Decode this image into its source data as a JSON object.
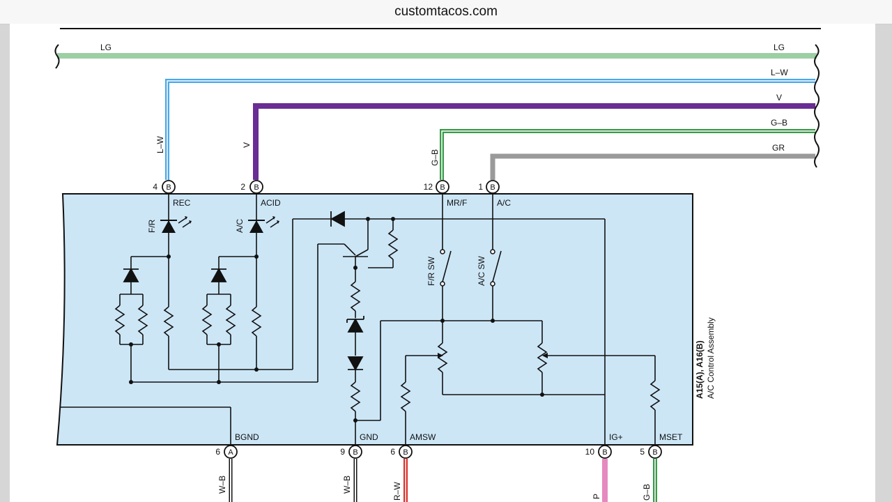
{
  "browser": {
    "domain": "customtacos.com"
  },
  "wires": {
    "lg_left": "LG",
    "lg_right": "LG",
    "lw_right": "L–W",
    "lw_vert": "L–W",
    "v_right": "V",
    "v_vert": "V",
    "gb_right": "G–B",
    "gb_vert": "G–B",
    "gr_right": "GR",
    "wb1": "W–B",
    "wb2": "W–B",
    "rw": "R–W",
    "p": "P",
    "gb_bottom": "G–B"
  },
  "connectors": {
    "top": [
      {
        "pin": "4",
        "conn": "B",
        "name": "REC"
      },
      {
        "pin": "2",
        "conn": "B",
        "name": "ACID"
      },
      {
        "pin": "12",
        "conn": "B",
        "name": "MR/F"
      },
      {
        "pin": "1",
        "conn": "B",
        "name": "A/C"
      }
    ],
    "bottom": [
      {
        "pin": "6",
        "conn": "A",
        "name": "BGND"
      },
      {
        "pin": "9",
        "conn": "B",
        "name": "GND"
      },
      {
        "pin": "6",
        "conn": "B",
        "name": "AMSW"
      },
      {
        "pin": "10",
        "conn": "B",
        "name": "IG+"
      },
      {
        "pin": "5",
        "conn": "B",
        "name": "MSET"
      }
    ]
  },
  "components": {
    "led1": "F/R",
    "led2": "A/C",
    "sw1": "F/R SW",
    "sw2": "A/C SW"
  },
  "assembly": {
    "code": "A15(A), A16(B)",
    "name": "A/C Control Assembly"
  },
  "colors": {
    "lg": "#9ccfa4",
    "lw": "#4aa8e6",
    "v": "#6a2d93",
    "gb": "#3a9a4a",
    "gr": "#9a9a9a",
    "red": "#d9312a",
    "pink": "#e58ac0",
    "box": "#cce6f6"
  }
}
